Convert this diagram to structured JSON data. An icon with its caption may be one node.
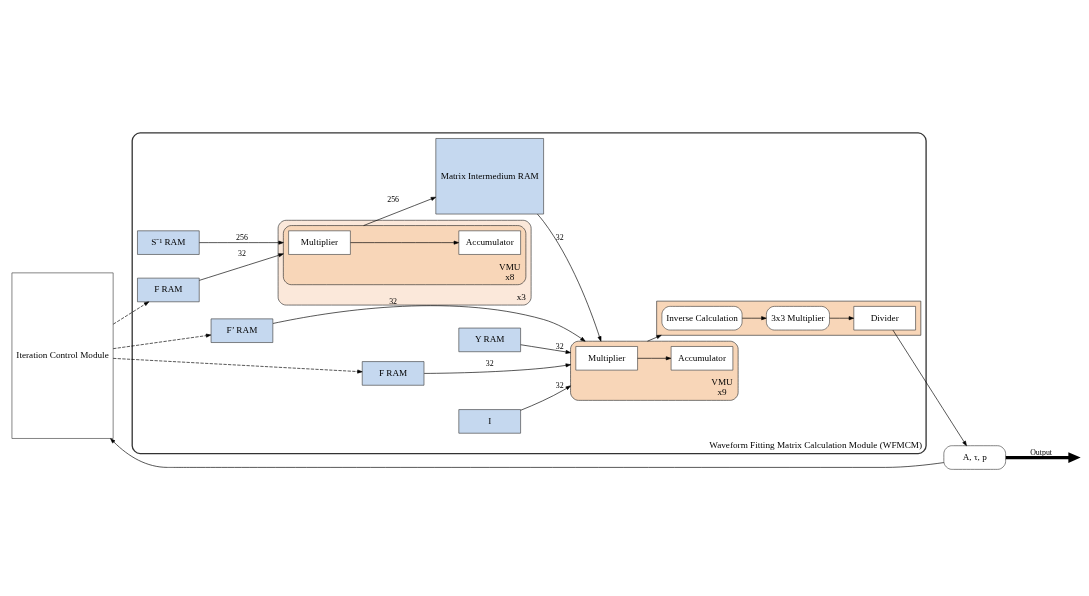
{
  "diagram": {
    "nodes": [
      {
        "text": [
          "Iteration Control Module"
        ]
      },
      {
        "text": [
          "Waveform Fitting Matrix Calculation Module (WFMCM)"
        ]
      },
      {
        "text": [
          "S⁻¹ RAM"
        ],
        "in": 1
      },
      {
        "text": [
          "x3"
        ],
        "in": 1
      },
      {
        "text": [
          "VMU",
          "x8"
        ],
        "in": 3
      },
      {
        "text": [
          "Multiplier"
        ],
        "in": 4
      },
      {
        "text": [
          "Accumulator"
        ],
        "in": 4
      },
      {
        "text": [
          "F RAM"
        ],
        "in": 1
      },
      {
        "text": [
          "Matrix Intermedium RAM"
        ],
        "in": 1
      },
      {
        "text": [
          "F’ RAM"
        ],
        "in": 1
      },
      {
        "text": [
          "Y RAM"
        ],
        "in": 1
      },
      {
        "text": [
          "VMU",
          "x9"
        ],
        "in": 1
      },
      {
        "text": [
          "Multiplier"
        ],
        "in": 11
      },
      {
        "text": [
          "Accumulator"
        ],
        "in": 11
      },
      {
        "text": [
          "F RAM"
        ],
        "in": 1
      },
      {
        "text": [
          "I"
        ],
        "in": 1
      },
      {
        "text": [],
        "shape": "box",
        "in": 1
      },
      {
        "text": [
          "Inverse Calculation"
        ],
        "in": 16
      },
      {
        "text": [
          "3x3 Multiplier"
        ],
        "in": 16
      },
      {
        "text": [
          "Divider"
        ],
        "in": 16
      },
      {
        "text": [
          "A, τ, p"
        ]
      }
    ],
    "edges": [
      {
        "from": 0,
        "to": 9,
        "arrow": "to",
        "style": "dashed"
      },
      {
        "from": 0,
        "to": 7,
        "arrow": "to",
        "style": "dashed"
      },
      {
        "from": 0,
        "to": 14,
        "arrow": "to",
        "style": "dashed"
      },
      {
        "from": 2,
        "to": 4,
        "arrow": "to",
        "label": "256"
      },
      {
        "from": 7,
        "to": 4,
        "arrow": "to",
        "label": "32"
      },
      {
        "from": 5,
        "to": 6,
        "arrow": "to"
      },
      {
        "from": 4,
        "to": 8,
        "arrow": "to",
        "label": "256"
      },
      {
        "from": 8,
        "to": 11,
        "arrow": "to",
        "label": "32"
      },
      {
        "from": 9,
        "to": 11,
        "arrow": "to",
        "label": "32"
      },
      {
        "from": 10,
        "to": 11,
        "arrow": "to",
        "label": "32"
      },
      {
        "from": 14,
        "to": 11,
        "arrow": "to",
        "label": "32"
      },
      {
        "from": 15,
        "to": 11,
        "arrow": "to",
        "label": "32"
      },
      {
        "from": 12,
        "to": 13,
        "arrow": "to"
      },
      {
        "from": 11,
        "to": 16,
        "arrow": "to"
      },
      {
        "from": 17,
        "to": 18,
        "arrow": "to"
      },
      {
        "from": 18,
        "to": 19,
        "arrow": "to"
      },
      {
        "from": 19,
        "to": 20,
        "arrow": "to"
      },
      {
        "from": 20,
        "to": 0,
        "arrow": "to"
      },
      {
        "from": 20,
        "to": null,
        "arrow": "to",
        "label": "Output",
        "style": "thick"
      }
    ]
  }
}
